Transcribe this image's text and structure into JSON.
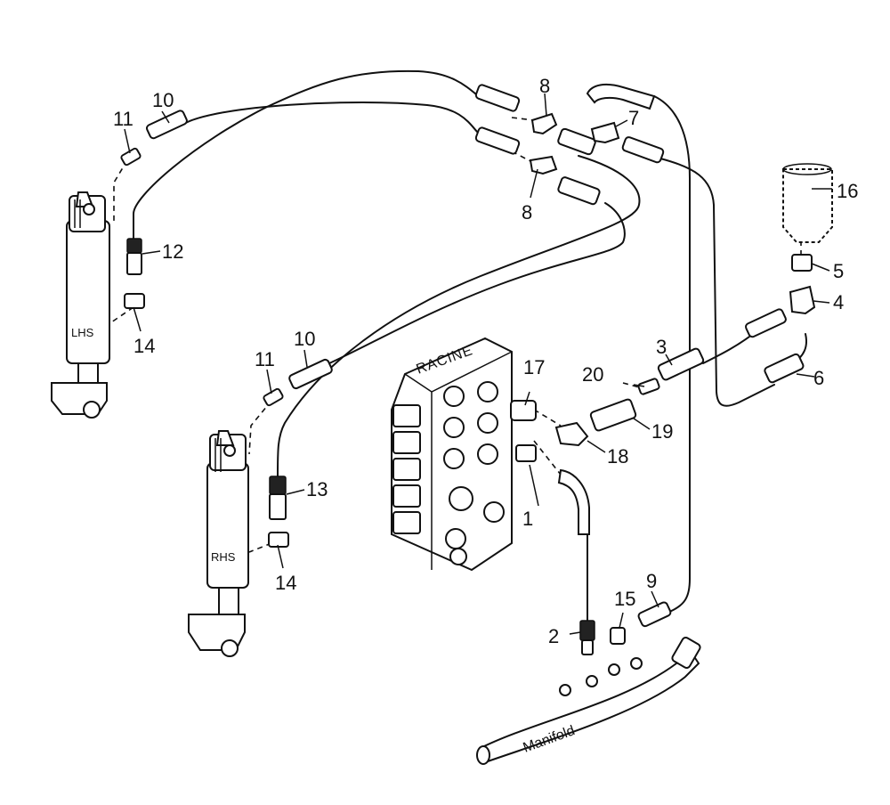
{
  "diagram": {
    "valve_label": "RACINE",
    "manifold_label": "Manifold",
    "cylinder_left_label": "LHS",
    "cylinder_right_label": "RHS",
    "callouts": [
      "1",
      "2",
      "3",
      "4",
      "5",
      "6",
      "7",
      "8",
      "8",
      "9",
      "10",
      "10",
      "11",
      "11",
      "12",
      "13",
      "14",
      "14",
      "15",
      "16",
      "17",
      "18",
      "19",
      "20"
    ]
  }
}
